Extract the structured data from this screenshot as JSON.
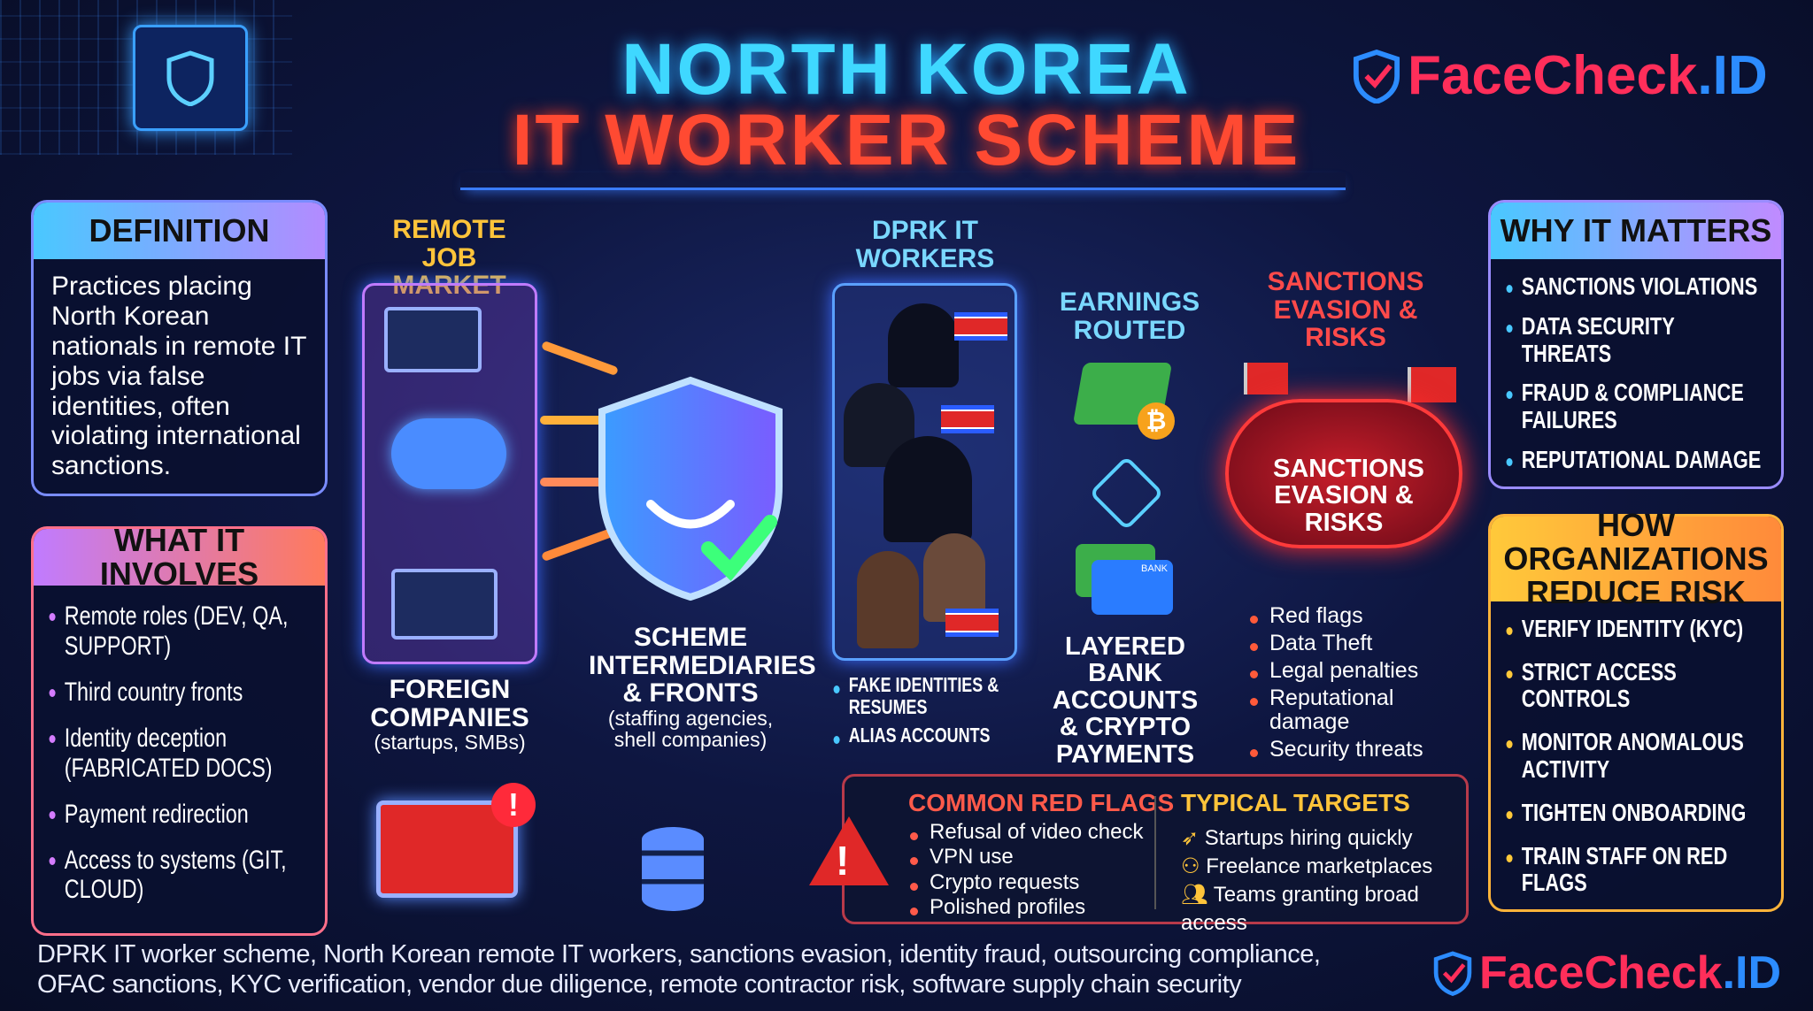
{
  "title": {
    "line1": "NORTH KOREA",
    "line2": "IT WORKER SCHEME"
  },
  "brand": {
    "name_a": "FaceCheck",
    "name_b": ".ID",
    "colors": {
      "red": "#ff2e5a",
      "blue": "#2c8cff"
    }
  },
  "definition": {
    "heading": "DEFINITION",
    "text": "Practices placing North Korean nationals in remote IT jobs via false identities, often violating international sanctions."
  },
  "involves": {
    "heading": "WHAT IT INVOLVES",
    "items": [
      "Remote roles (DEV, QA, SUPPORT)",
      "Third country fronts",
      "Identity deception (FABRICATED DOCS)",
      "Payment redirection",
      "Access to systems (GIT, CLOUD)"
    ]
  },
  "why": {
    "heading": "WHY IT MATTERS",
    "items": [
      "SANCTIONS VIOLATIONS",
      "DATA SECURITY THREATS",
      "FRAUD & COMPLIANCE FAILURES",
      "REPUTATIONAL DAMAGE"
    ]
  },
  "reduce": {
    "heading": "HOW ORGANIZATIONS REDUCE RISK",
    "items": [
      "VERIFY IDENTITY (KYC)",
      "STRICT ACCESS CONTROLS",
      "MONITOR ANOMALOUS ACTIVITY",
      "TIGHTEN ONBOARDING",
      "TRAIN STAFF ON RED FLAGS"
    ]
  },
  "flow": {
    "remote_job_market": "REMOTE JOB MARKET",
    "foreign_companies": "FOREIGN COMPANIES",
    "foreign_companies_sub": "(startups, SMBs)",
    "intermediaries": "SCHEME INTERMEDIARIES & FRONTS",
    "intermediaries_sub": "(staffing agencies, shell companies)",
    "dprk_workers": "DPRK IT WORKERS",
    "dprk_items": [
      "FAKE IDENTITIES & RESUMES",
      "ALIAS ACCOUNTS"
    ],
    "earnings": "EARNINGS ROUTED",
    "layered": "LAYERED BANK ACCOUNTS & CRYPTO PAYMENTS",
    "bank_label": "BANK",
    "sanctions_title": "SANCTIONS EVASION & RISKS",
    "sanctions_cloud": "SANCTIONS EVASION & RISKS",
    "risks": [
      "Red flags",
      "Data Theft",
      "Legal penalties",
      "Reputational damage",
      "Security threats"
    ]
  },
  "red_flags": {
    "heading": "COMMON RED FLAGS",
    "items": [
      "Refusal of video check",
      "VPN use",
      "Crypto requests",
      "Polished profiles"
    ]
  },
  "targets": {
    "heading": "TYPICAL TARGETS",
    "items": [
      {
        "icon": "rocket-icon",
        "text": "Startups hiring quickly"
      },
      {
        "icon": "network-icon",
        "text": "Freelance marketplaces"
      },
      {
        "icon": "people-icon",
        "text": "Teams granting broad access"
      }
    ]
  },
  "keywords": {
    "line1": "DPRK IT worker scheme, North Korean remote IT workers, sanctions evasion, identity fraud, outsourcing compliance,",
    "line2": "OFAC sanctions, KYC verification, vendor due diligence, remote contractor risk, software supply chain security"
  }
}
